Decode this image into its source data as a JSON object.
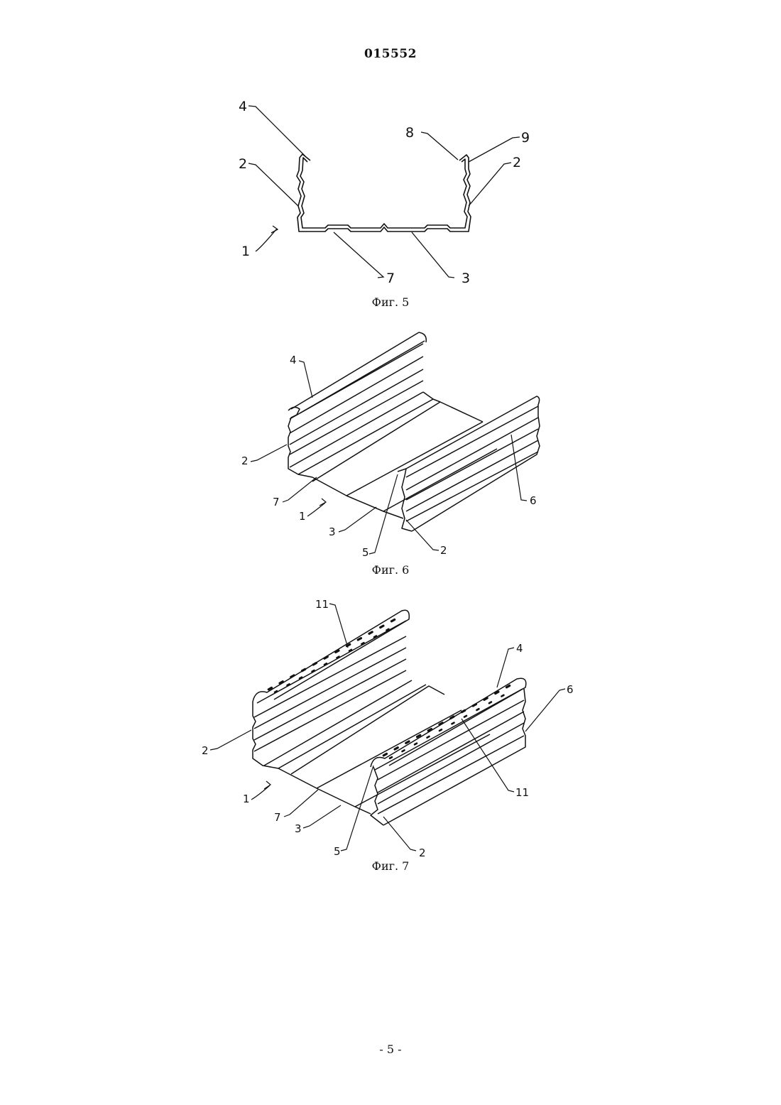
{
  "header": {
    "doc_number": "015552"
  },
  "figures": [
    {
      "caption": "Фиг. 5",
      "labels": {
        "l1": "1",
        "l2a": "2",
        "l2b": "2",
        "l3": "3",
        "l4": "4",
        "l7": "7",
        "l8": "8",
        "l9": "9"
      }
    },
    {
      "caption": "Фиг. 6",
      "labels": {
        "l1": "1",
        "l2a": "2",
        "l2b": "2",
        "l3": "3",
        "l4": "4",
        "l5": "5",
        "l6": "6",
        "l7": "7"
      }
    },
    {
      "caption": "Фиг. 7",
      "labels": {
        "l1": "1",
        "l2a": "2",
        "l2b": "2",
        "l3": "3",
        "l4": "4",
        "l5": "5",
        "l6": "6",
        "l7": "7",
        "l11a": "11",
        "l11b": "11"
      }
    }
  ],
  "footer": {
    "page_number": "- 5 -"
  }
}
